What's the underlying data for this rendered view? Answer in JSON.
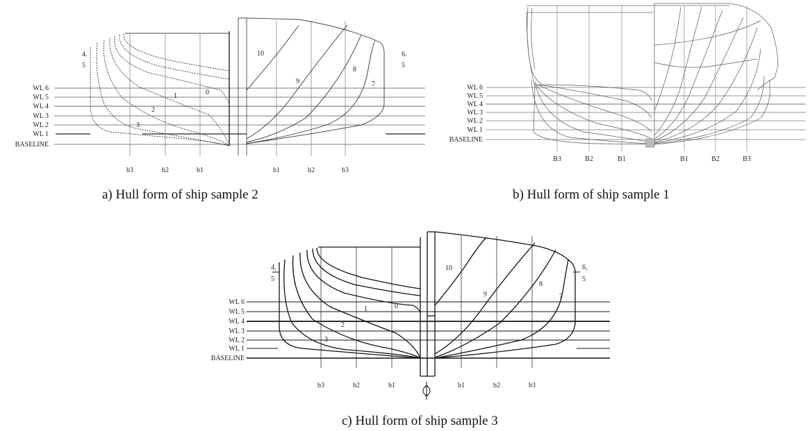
{
  "panels": [
    {
      "id": "a",
      "caption": "a) Hull form of ship sample 2",
      "waterlines": [
        "WL 6",
        "WL 5",
        "WL 4",
        "WL 3",
        "WL 2",
        "WL 1",
        "BASELINE"
      ],
      "buttocks_left": [
        "b3",
        "b2",
        "b1"
      ],
      "buttocks_right": [
        "b1",
        "b2",
        "b3"
      ],
      "stations_aft": [
        "0",
        "1",
        "2",
        "3"
      ],
      "stations_fwd": [
        "10",
        "9",
        "8",
        "7"
      ],
      "side_left": "4.\n5",
      "side_right": "6.\n5"
    },
    {
      "id": "b",
      "caption": "b) Hull form of ship sample 1",
      "waterlines": [
        "WL 6",
        "WL 5",
        "WL 4",
        "WL 3",
        "WL 2",
        "WL 1",
        "BASELINE"
      ],
      "buttocks_left": [
        "B3",
        "B2",
        "B1"
      ],
      "buttocks_right": [
        "B1",
        "B2",
        "B3"
      ]
    },
    {
      "id": "c",
      "caption": "c) Hull form of ship sample 3",
      "waterlines": [
        "WL 6",
        "WL 5",
        "WL 4",
        "WL 3",
        "WL 2",
        "WL 1",
        "BASELINE"
      ],
      "buttocks_left": [
        "b3",
        "b2",
        "b1"
      ],
      "buttocks_right": [
        "b1",
        "b2",
        "b3"
      ],
      "stations_aft": [
        "0",
        "1",
        "2",
        "3"
      ],
      "stations_fwd": [
        "10",
        "9",
        "8",
        "7"
      ],
      "side_left": "4,\n5",
      "side_right": "6,\n5",
      "centerline_symbol": "CL-icon"
    }
  ]
}
